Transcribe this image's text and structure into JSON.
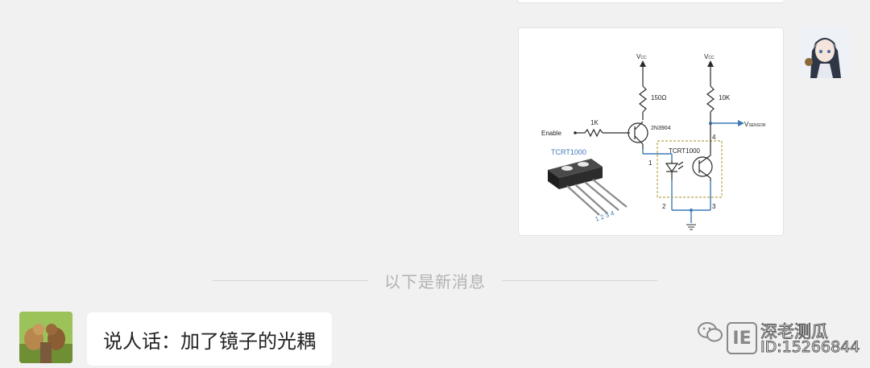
{
  "circuit": {
    "vcc_left": "V",
    "vcc_left_sub": "CC",
    "vcc_right": "V",
    "vcc_right_sub": "CC",
    "r_150": "150Ω",
    "r_10k": "10K",
    "r_1k": "1K",
    "enable": "Enable",
    "transistor": "2N3904",
    "vsensor": "V",
    "vsensor_sub": "SENSOR",
    "part_label_left": "TCRT1000",
    "part_label_box": "TCRT1000",
    "pin_1": "1",
    "pin_2": "2",
    "pin_3": "3",
    "pin_4": "4",
    "leg_labels": "1  2   3  4"
  },
  "divider": {
    "label": "以下是新消息"
  },
  "message": {
    "text": "说人话：加了镜子的光耦"
  },
  "watermark": {
    "name": "深老测瓜",
    "id": "ID:15266844",
    "logo_letter": "IE"
  }
}
